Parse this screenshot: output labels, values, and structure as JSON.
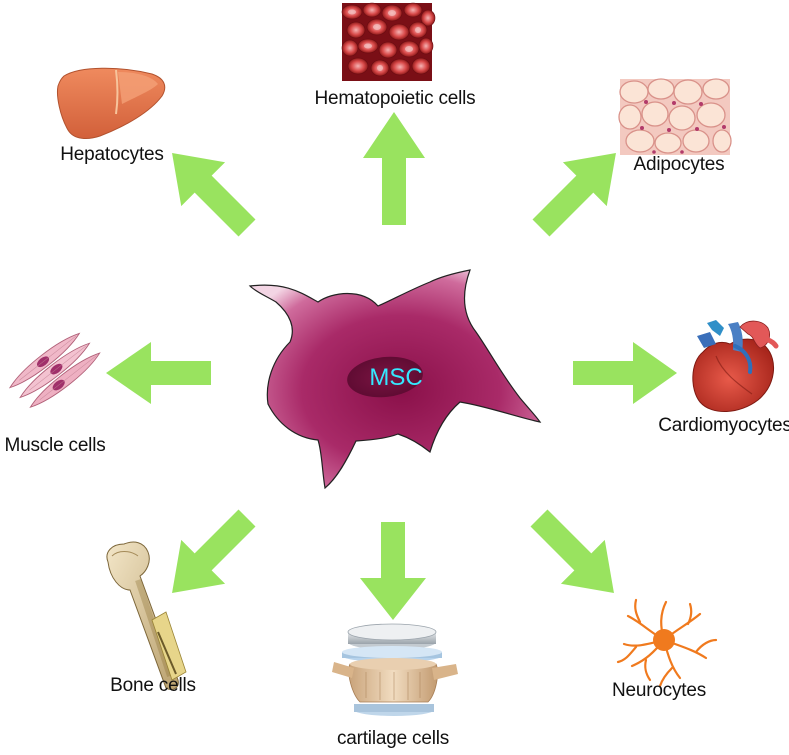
{
  "center": {
    "label": "MSC"
  },
  "targets": [
    {
      "id": "hematopoietic",
      "label": "Hematopoietic cells",
      "icon": "red-blood-cells-icon"
    },
    {
      "id": "adipocytes",
      "label": "Adipocytes",
      "icon": "fat-tissue-icon"
    },
    {
      "id": "cardiomyocytes",
      "label": "Cardiomyocytes",
      "icon": "heart-icon"
    },
    {
      "id": "neurocytes",
      "label": "Neurocytes",
      "icon": "neuron-icon"
    },
    {
      "id": "cartilage",
      "label": "cartilage cells",
      "icon": "vertebra-icon"
    },
    {
      "id": "bone",
      "label": "Bone cells",
      "icon": "bone-icon"
    },
    {
      "id": "muscle",
      "label": "Muscle cells",
      "icon": "muscle-fiber-icon"
    },
    {
      "id": "hepatocytes",
      "label": "Hepatocytes",
      "icon": "liver-icon"
    }
  ],
  "colors": {
    "arrow": "#99e35f",
    "cell_body": "#a01b5c",
    "cell_highlight": "#f3d5e4",
    "nucleus": "#6f0f3a",
    "msc_text": "#35e8ff"
  }
}
